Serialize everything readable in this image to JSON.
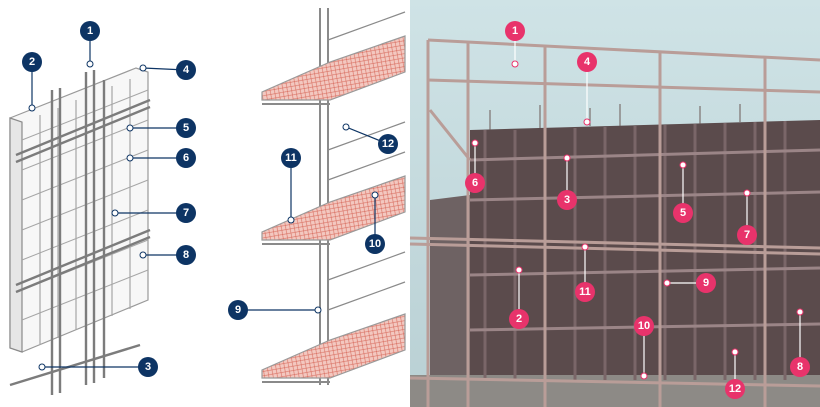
{
  "colors": {
    "navy_marker": "#0d3464",
    "pink_marker": "#e8336b",
    "steel_line": "#8a8a8a",
    "mesh_fill": "#f3c8c0",
    "mesh_line": "#d7695b",
    "photo_sky": "#c6dade",
    "photo_panel": "#5a4a4a",
    "photo_pipe": "#b59a96"
  },
  "illustration_labels": [
    {
      "id": "label-1",
      "text": "1"
    },
    {
      "id": "label-2",
      "text": "2"
    },
    {
      "id": "label-3",
      "text": "3"
    },
    {
      "id": "label-4",
      "text": "4"
    },
    {
      "id": "label-5",
      "text": "5"
    },
    {
      "id": "label-6",
      "text": "6"
    },
    {
      "id": "label-7",
      "text": "7"
    },
    {
      "id": "label-8",
      "text": "8"
    },
    {
      "id": "label-9",
      "text": "9"
    },
    {
      "id": "label-10",
      "text": "10"
    },
    {
      "id": "label-11",
      "text": "11"
    },
    {
      "id": "label-12",
      "text": "12"
    }
  ],
  "photo_labels": [
    {
      "id": "photo-label-1",
      "text": "1"
    },
    {
      "id": "photo-label-2",
      "text": "2"
    },
    {
      "id": "photo-label-3",
      "text": "3"
    },
    {
      "id": "photo-label-4",
      "text": "4"
    },
    {
      "id": "photo-label-5",
      "text": "5"
    },
    {
      "id": "photo-label-6",
      "text": "6"
    },
    {
      "id": "photo-label-7",
      "text": "7"
    },
    {
      "id": "photo-label-8",
      "text": "8"
    },
    {
      "id": "photo-label-9",
      "text": "9"
    },
    {
      "id": "photo-label-10",
      "text": "10"
    },
    {
      "id": "photo-label-11",
      "text": "11"
    },
    {
      "id": "photo-label-12",
      "text": "12"
    }
  ]
}
